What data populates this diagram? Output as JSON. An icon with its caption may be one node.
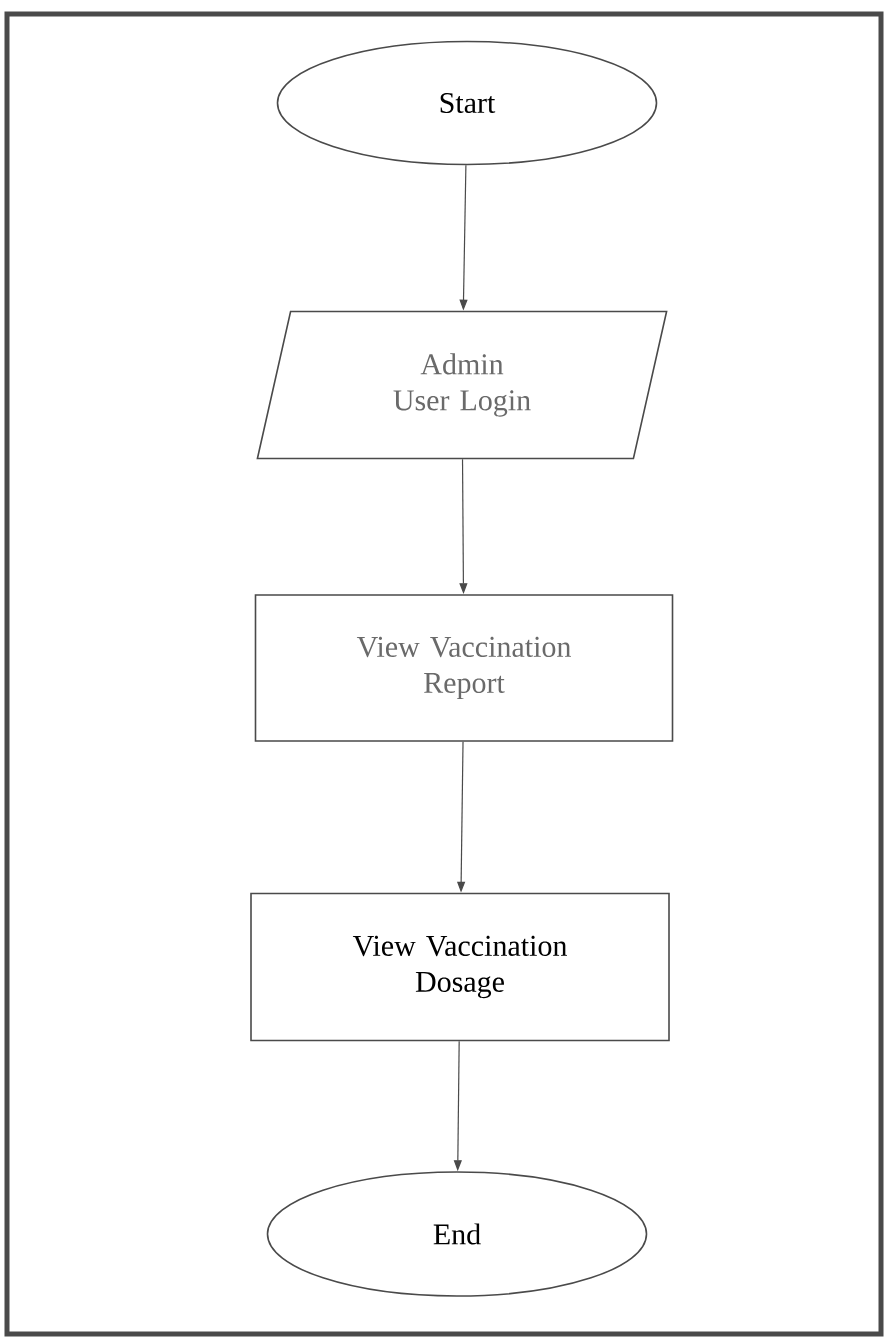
{
  "diagram": {
    "nodes": [
      {
        "text": [
          "Start"
        ]
      },
      {
        "text": [
          "Admin User Login"
        ]
      },
      {
        "text": [
          "View Vaccination Report"
        ]
      },
      {
        "text": [
          "View Vaccination Dosage"
        ]
      },
      {
        "text": [
          "End"
        ]
      }
    ],
    "edges": [
      {
        "from": 0,
        "to": 1,
        "arrow": "to"
      },
      {
        "from": 1,
        "to": 2,
        "arrow": "to"
      },
      {
        "from": 2,
        "to": 3,
        "arrow": "to"
      },
      {
        "from": 3,
        "to": 4,
        "arrow": "to"
      }
    ]
  }
}
